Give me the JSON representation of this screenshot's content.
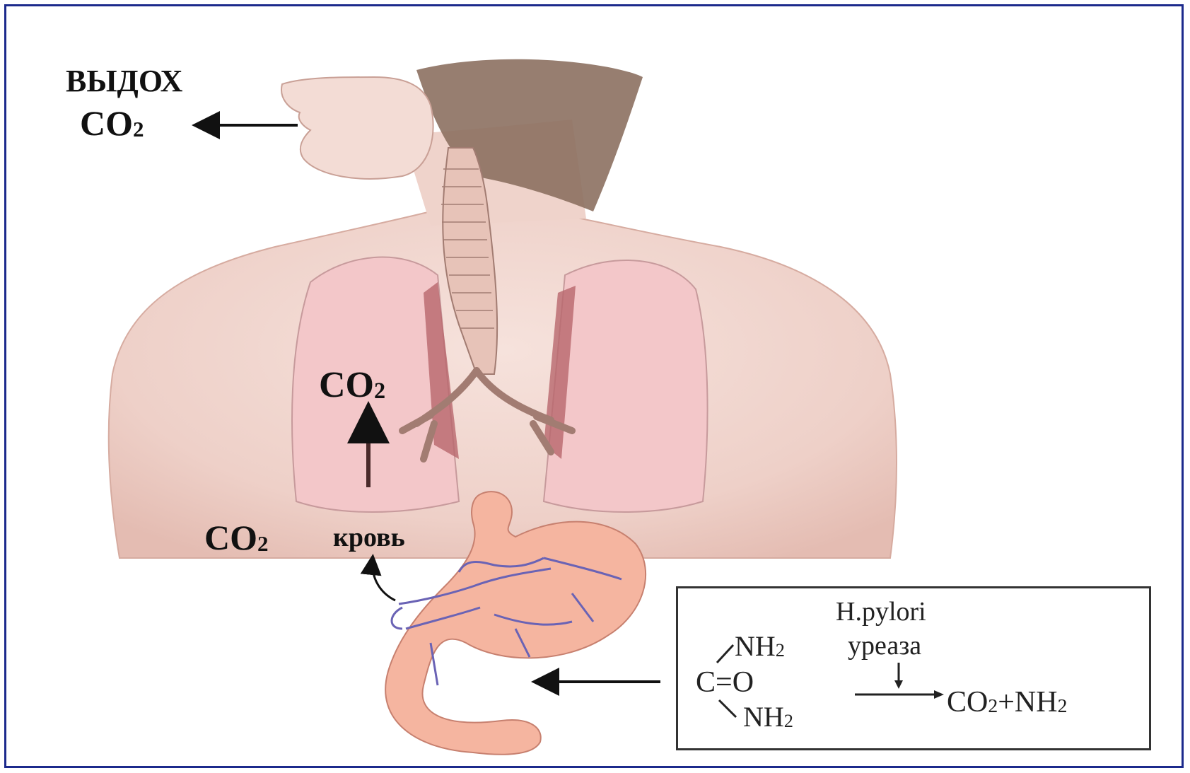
{
  "labels": {
    "exhale": "ВЫДОХ",
    "co2_exhale": "CO",
    "co2_exhale_sub": "2",
    "co2_lungs": "CO",
    "co2_lungs_sub": "2",
    "co2_blood": "CO",
    "co2_blood_sub": "2",
    "blood": "кровь"
  },
  "reaction": {
    "organism": "H.pylori",
    "enzyme": "уреаза",
    "nh2_top": "NH",
    "nh2_top_sub": "2",
    "carbonyl": "C=O",
    "nh2_bottom": "NH",
    "nh2_bottom_sub": "2",
    "products_a": "CO",
    "products_a_sub": "2",
    "products_plus": "+NH",
    "products_b_sub": "2"
  },
  "colors": {
    "frame_border": "#1c2a8c",
    "skin": "#f1d6cf",
    "hair": "#8c7060",
    "lung": "#f3c7c9",
    "stomach": "#f5b5a0",
    "vessel": "#6a63b5",
    "arrow": "#111111"
  }
}
